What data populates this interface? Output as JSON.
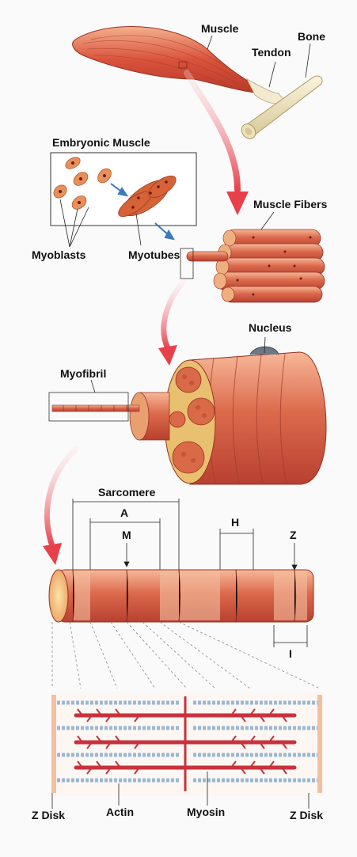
{
  "labels": {
    "muscle": "Muscle",
    "bone": "Bone",
    "tendon": "Tendon",
    "embryonic_muscle": "Embryonic Muscle",
    "muscle_fibers": "Muscle Fibers",
    "myoblasts": "Myoblasts",
    "myotubes": "Myotubes",
    "nucleus": "Nucleus",
    "myofibril": "Myofibril",
    "sarcomere": "Sarcomere",
    "a_band": "A",
    "m_line": "M",
    "h_zone": "H",
    "z_line": "Z",
    "i_band": "I",
    "z_disk_left": "Z Disk",
    "actin": "Actin",
    "myosin": "Myosin",
    "z_disk_right": "Z Disk"
  },
  "colors": {
    "muscle_red": "#d9523c",
    "muscle_light": "#f0a080",
    "tendon": "#f3ead0",
    "arrow_red": "#e8404a",
    "arrow_blue": "#3a78c0",
    "actin_blue": "#9ab8d4",
    "myosin_red": "#c8323c"
  }
}
